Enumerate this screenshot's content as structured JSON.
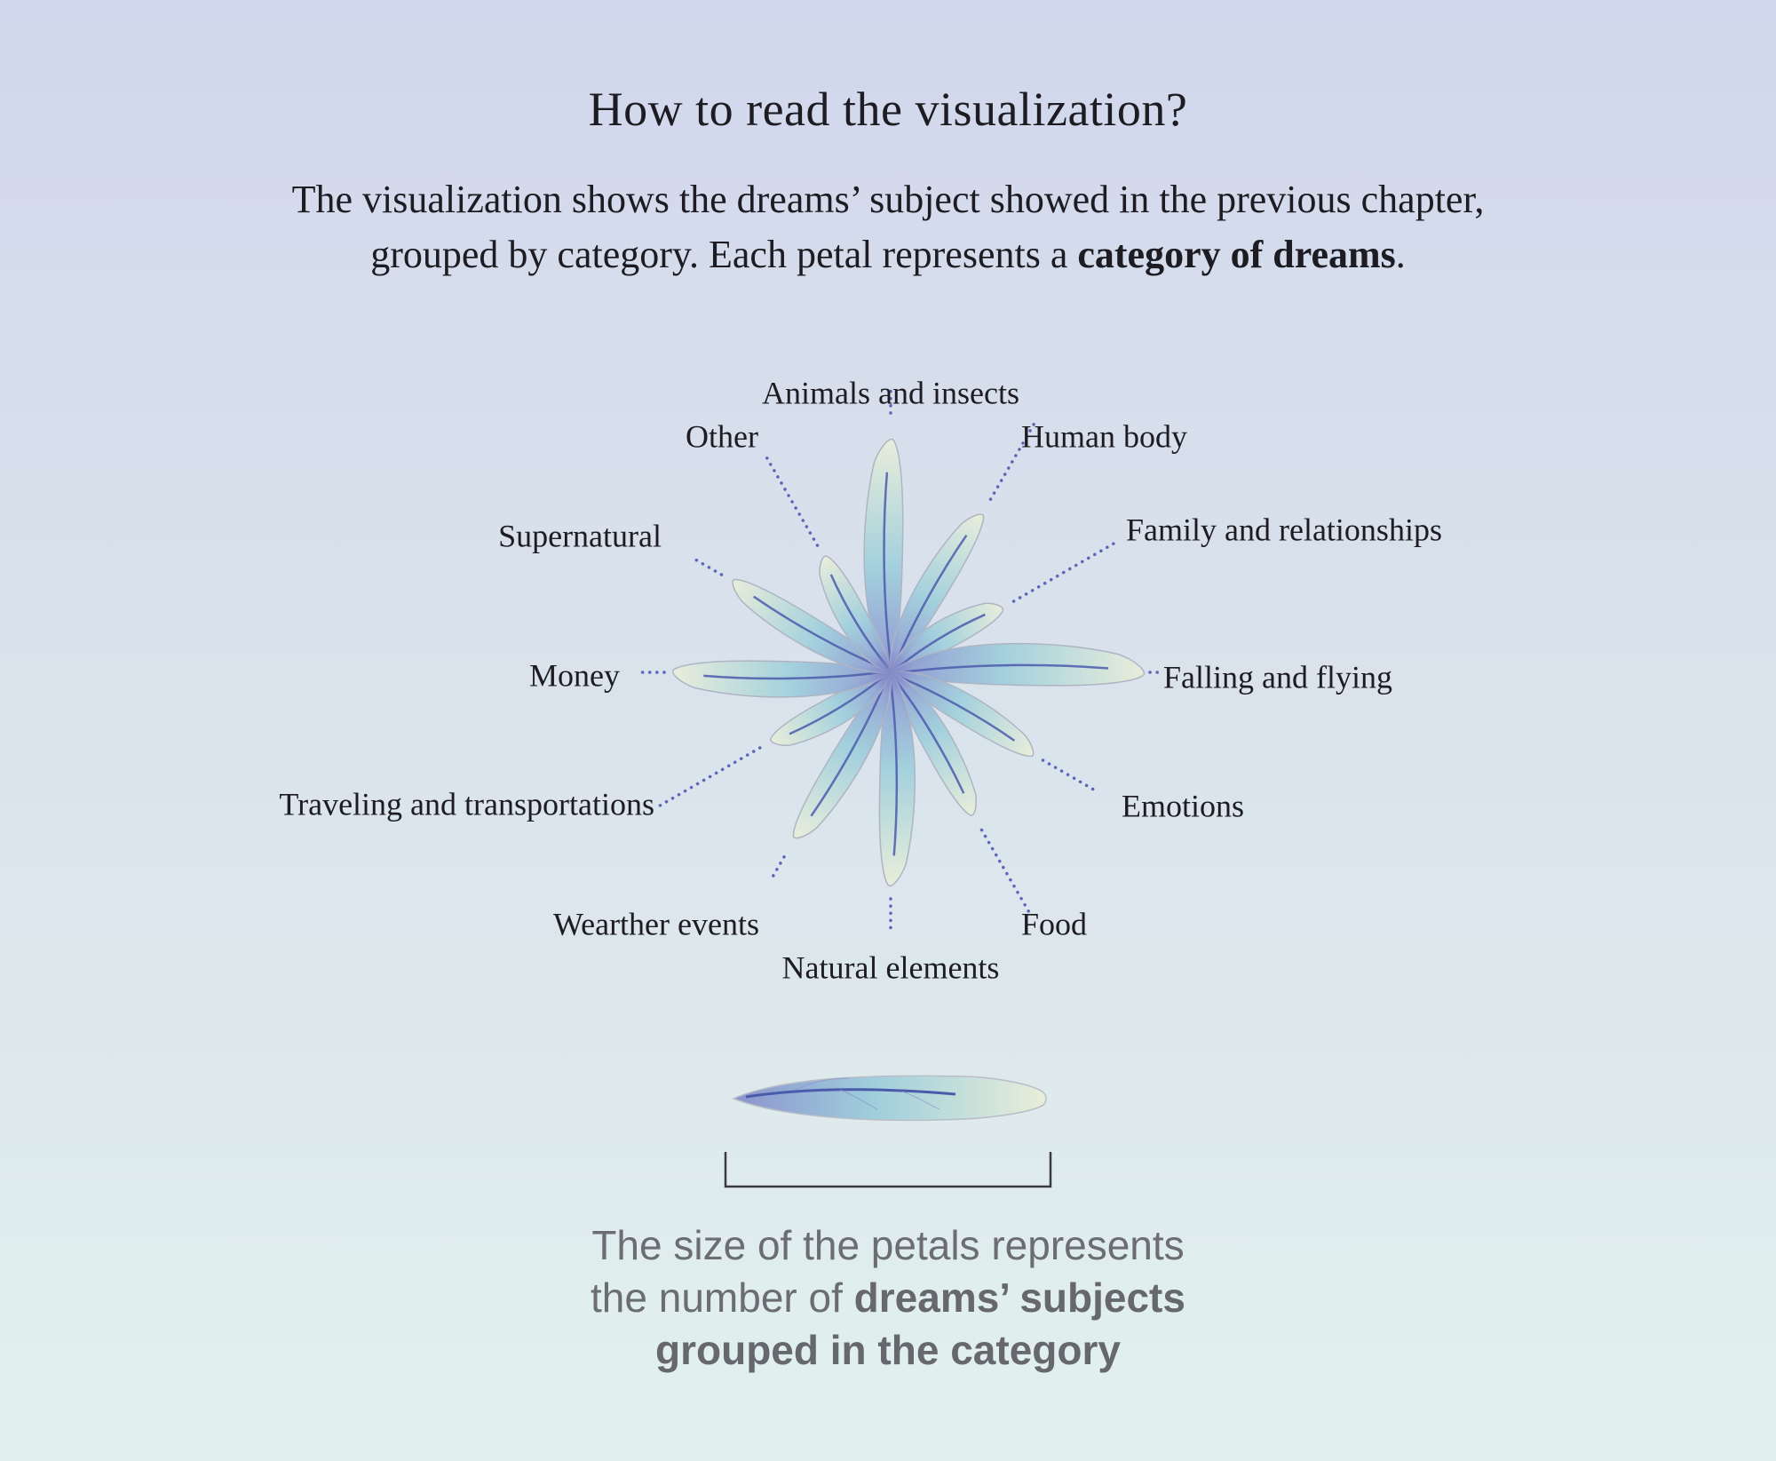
{
  "header": {
    "title": "How to read the visualization?",
    "intro_line1": "The visualization shows the dreams’ subject showed in the previous chapter,",
    "intro_line2_prefix": "grouped by category. Each petal represents a ",
    "intro_line2_bold": "category of dreams",
    "intro_line2_suffix": "."
  },
  "diagram": {
    "categories": [
      "Animals and insects",
      "Human body",
      "Family and relationships",
      "Falling and flying",
      "Emotions",
      "Food",
      "Natural elements",
      "Wearther events",
      "Traveling and transportations",
      "Money",
      "Supernatural",
      "Other"
    ],
    "colors": {
      "petal_center": "#8c93cf",
      "petal_mid": "#9fcfdc",
      "petal_tip": "#e9eed9",
      "vein": "#4b5bab",
      "leader_dots": "#5a67b8"
    }
  },
  "legend": {
    "line1": "The size of the petals represents",
    "line2_prefix": "the number of ",
    "line2_bold": "dreams’ subjects",
    "line3_bold": "grouped in the category"
  }
}
